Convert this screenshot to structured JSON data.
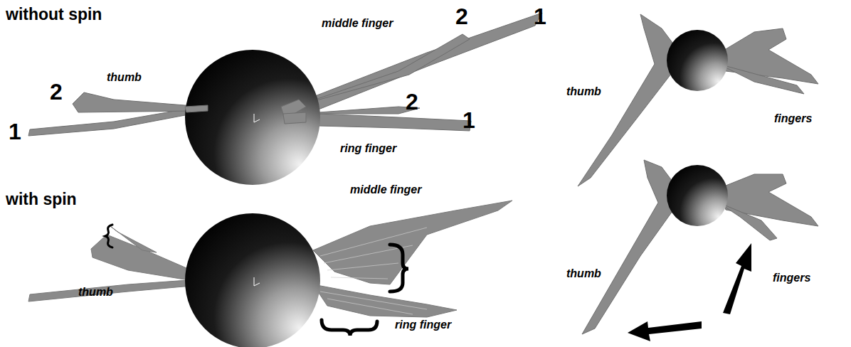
{
  "diagram": {
    "labels": [
      "without spin",
      "middle finger",
      "2",
      "1",
      "thumb",
      "2",
      "1",
      "2",
      "ring finger",
      "1",
      "with spin",
      "middle finger",
      "thumb",
      "ring finger",
      "thumb",
      "fingers",
      "thumb",
      "fingers"
    ]
  }
}
